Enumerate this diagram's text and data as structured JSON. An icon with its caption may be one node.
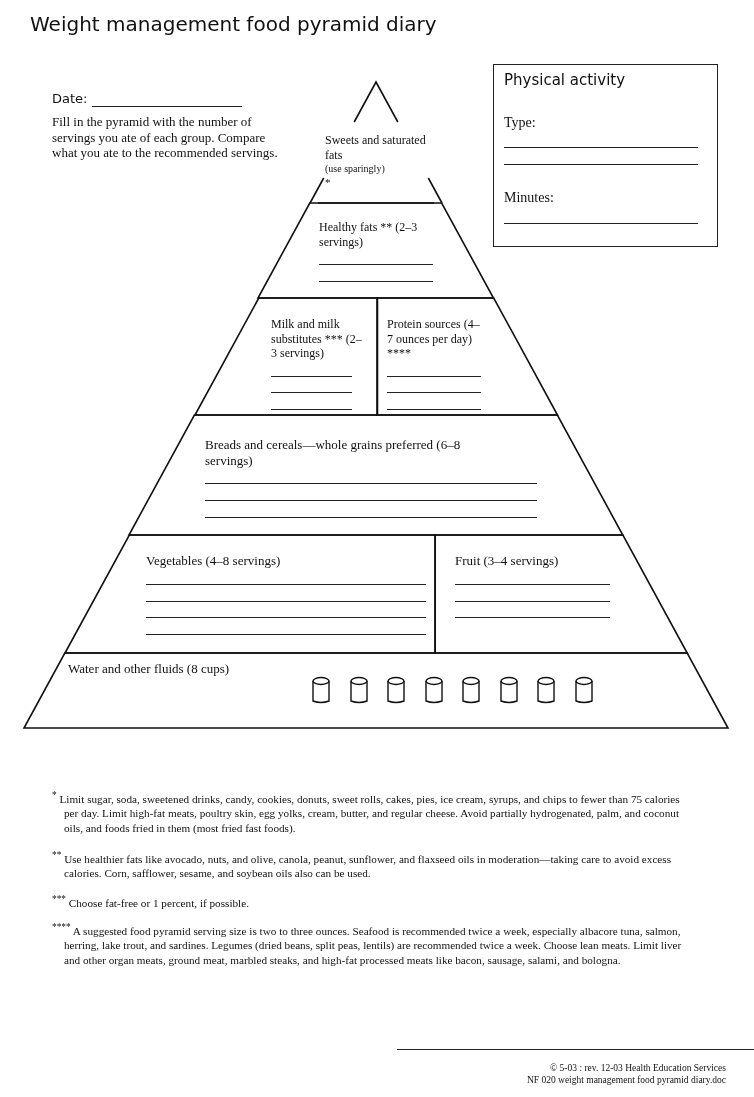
{
  "diagram": {
    "title": "Weight management food pyramid diary",
    "nodes": [
      {
        "text": [
          "Sweets and saturated fats",
          "(use sparingly)",
          "*"
        ]
      },
      {
        "text": [
          "Healthy fats ** (2–3 servings)"
        ]
      },
      {
        "text": [
          "Milk and milk substitutes *** (2–3 servings)"
        ]
      },
      {
        "text": [
          "Protein sources (4–7 ounces per day) ****"
        ]
      },
      {
        "text": [
          "Breads and cereals—whole grains preferred (6–8 servings)"
        ]
      },
      {
        "text": [
          "Vegetables (4–8 servings)"
        ]
      },
      {
        "text": [
          "Fruit (3–4 servings)"
        ]
      },
      {
        "text": [
          "Water and other fluids (8 cups)"
        ]
      },
      {
        "text": [
          "Physical activity",
          "Type:",
          "Minutes:"
        ]
      }
    ],
    "labels": [
      "Date:",
      "Fill in the pyramid with the number of servings you ate of each group. Compare what you ate to the recommended servings.",
      "$^{*}$ Limit sugar, soda, sweetened drinks, candy, cookies, donuts, sweet rolls, cakes, pies, ice cream, syrups, and chips to fewer than 75 calories per day. Limit high-fat meats, poultry skin, egg yolks, cream, butter, and regular cheese. Avoid partially hydrogenated, palm, and coconut oils, and foods fried in them (most fried fast foods).",
      "$^{**}$ Use healthier fats like avocado, nuts, and olive, canola, peanut, sunflower, and flaxseed oils in moderation—taking care to avoid excess calories. Corn, safflower, sesame, and soybean oils also can be used.",
      "$^{***}$ Choose fat-free or 1 percent, if possible.",
      "$^{****}$ A suggested food pyramid serving size is two to three ounces. Seafood is recommended twice a week, especially albacore tuna, salmon, herring, lake trout, and sardines. Legumes (dried beans, split peas, lentils) are recommended twice a week. Choose lean meats. Limit liver and other organ meats, ground meat, marbled steaks, and high-fat processed meats like bacon, sausage, salami, and bologna.",
      "© 5-03 : rev. 12-03 Health Education Services",
      "NF 020 weight management food pyramid diary.doc"
    ]
  }
}
